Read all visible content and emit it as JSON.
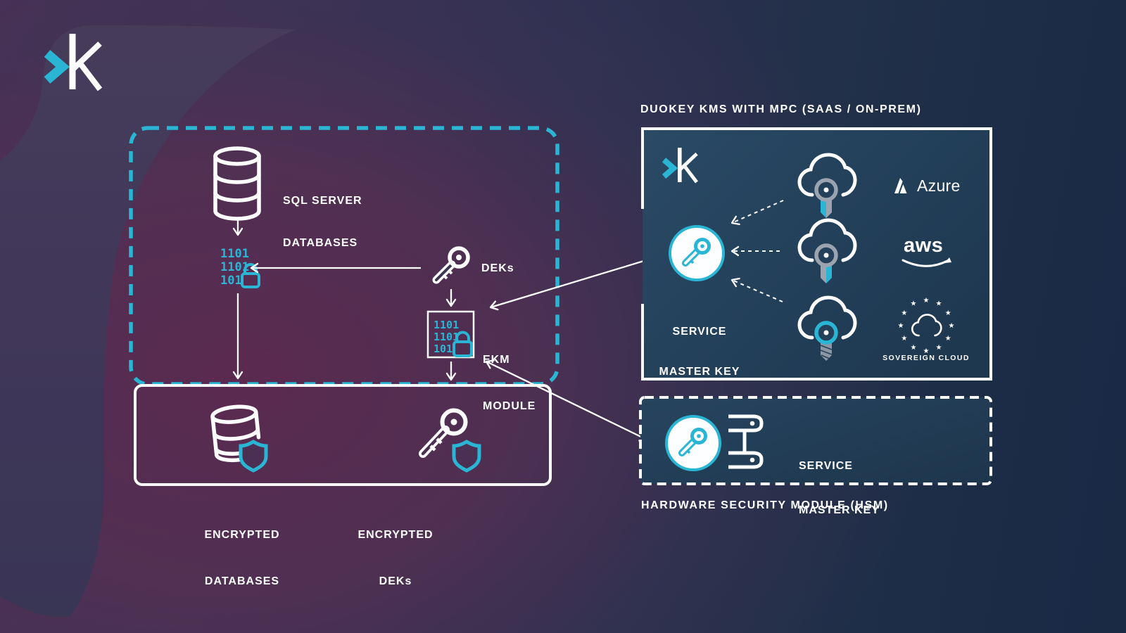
{
  "colors": {
    "accent_teal": "#2ab5d4",
    "white": "#ffffff",
    "key_gray": "#9aa3ae",
    "kms_panel_fill": "#24405a",
    "background_plum": "#553052",
    "background_navy": "#1b2b46"
  },
  "left_flow": {
    "sql_db_label_lines": [
      "SQL SERVER",
      "DATABASES"
    ],
    "deks_label": "DEKs",
    "ekm_label_lines": [
      "EKM",
      "MODULE"
    ],
    "binary_rows": [
      "1101",
      "1101",
      "101"
    ],
    "encrypted_db_label_lines": [
      "ENCRYPTED",
      "DATABASES"
    ],
    "encrypted_deks_label_lines": [
      "ENCRYPTED",
      "DEKs"
    ]
  },
  "kms_panel": {
    "title": "DUOKEY KMS WITH MPC (SAAS / ON-PREM)",
    "service_master_key_lines": [
      "SERVICE",
      "MASTER KEY"
    ],
    "providers": [
      {
        "name": "azure",
        "label": "Azure"
      },
      {
        "name": "aws",
        "label": "aws"
      },
      {
        "name": "sovereign-cloud",
        "label": "SOVEREIGN CLOUD"
      }
    ]
  },
  "hsm_panel": {
    "title": "HARDWARE SECURITY MODULE (HSM)",
    "service_master_key_lines": [
      "SERVICE",
      "MASTER KEY"
    ]
  }
}
